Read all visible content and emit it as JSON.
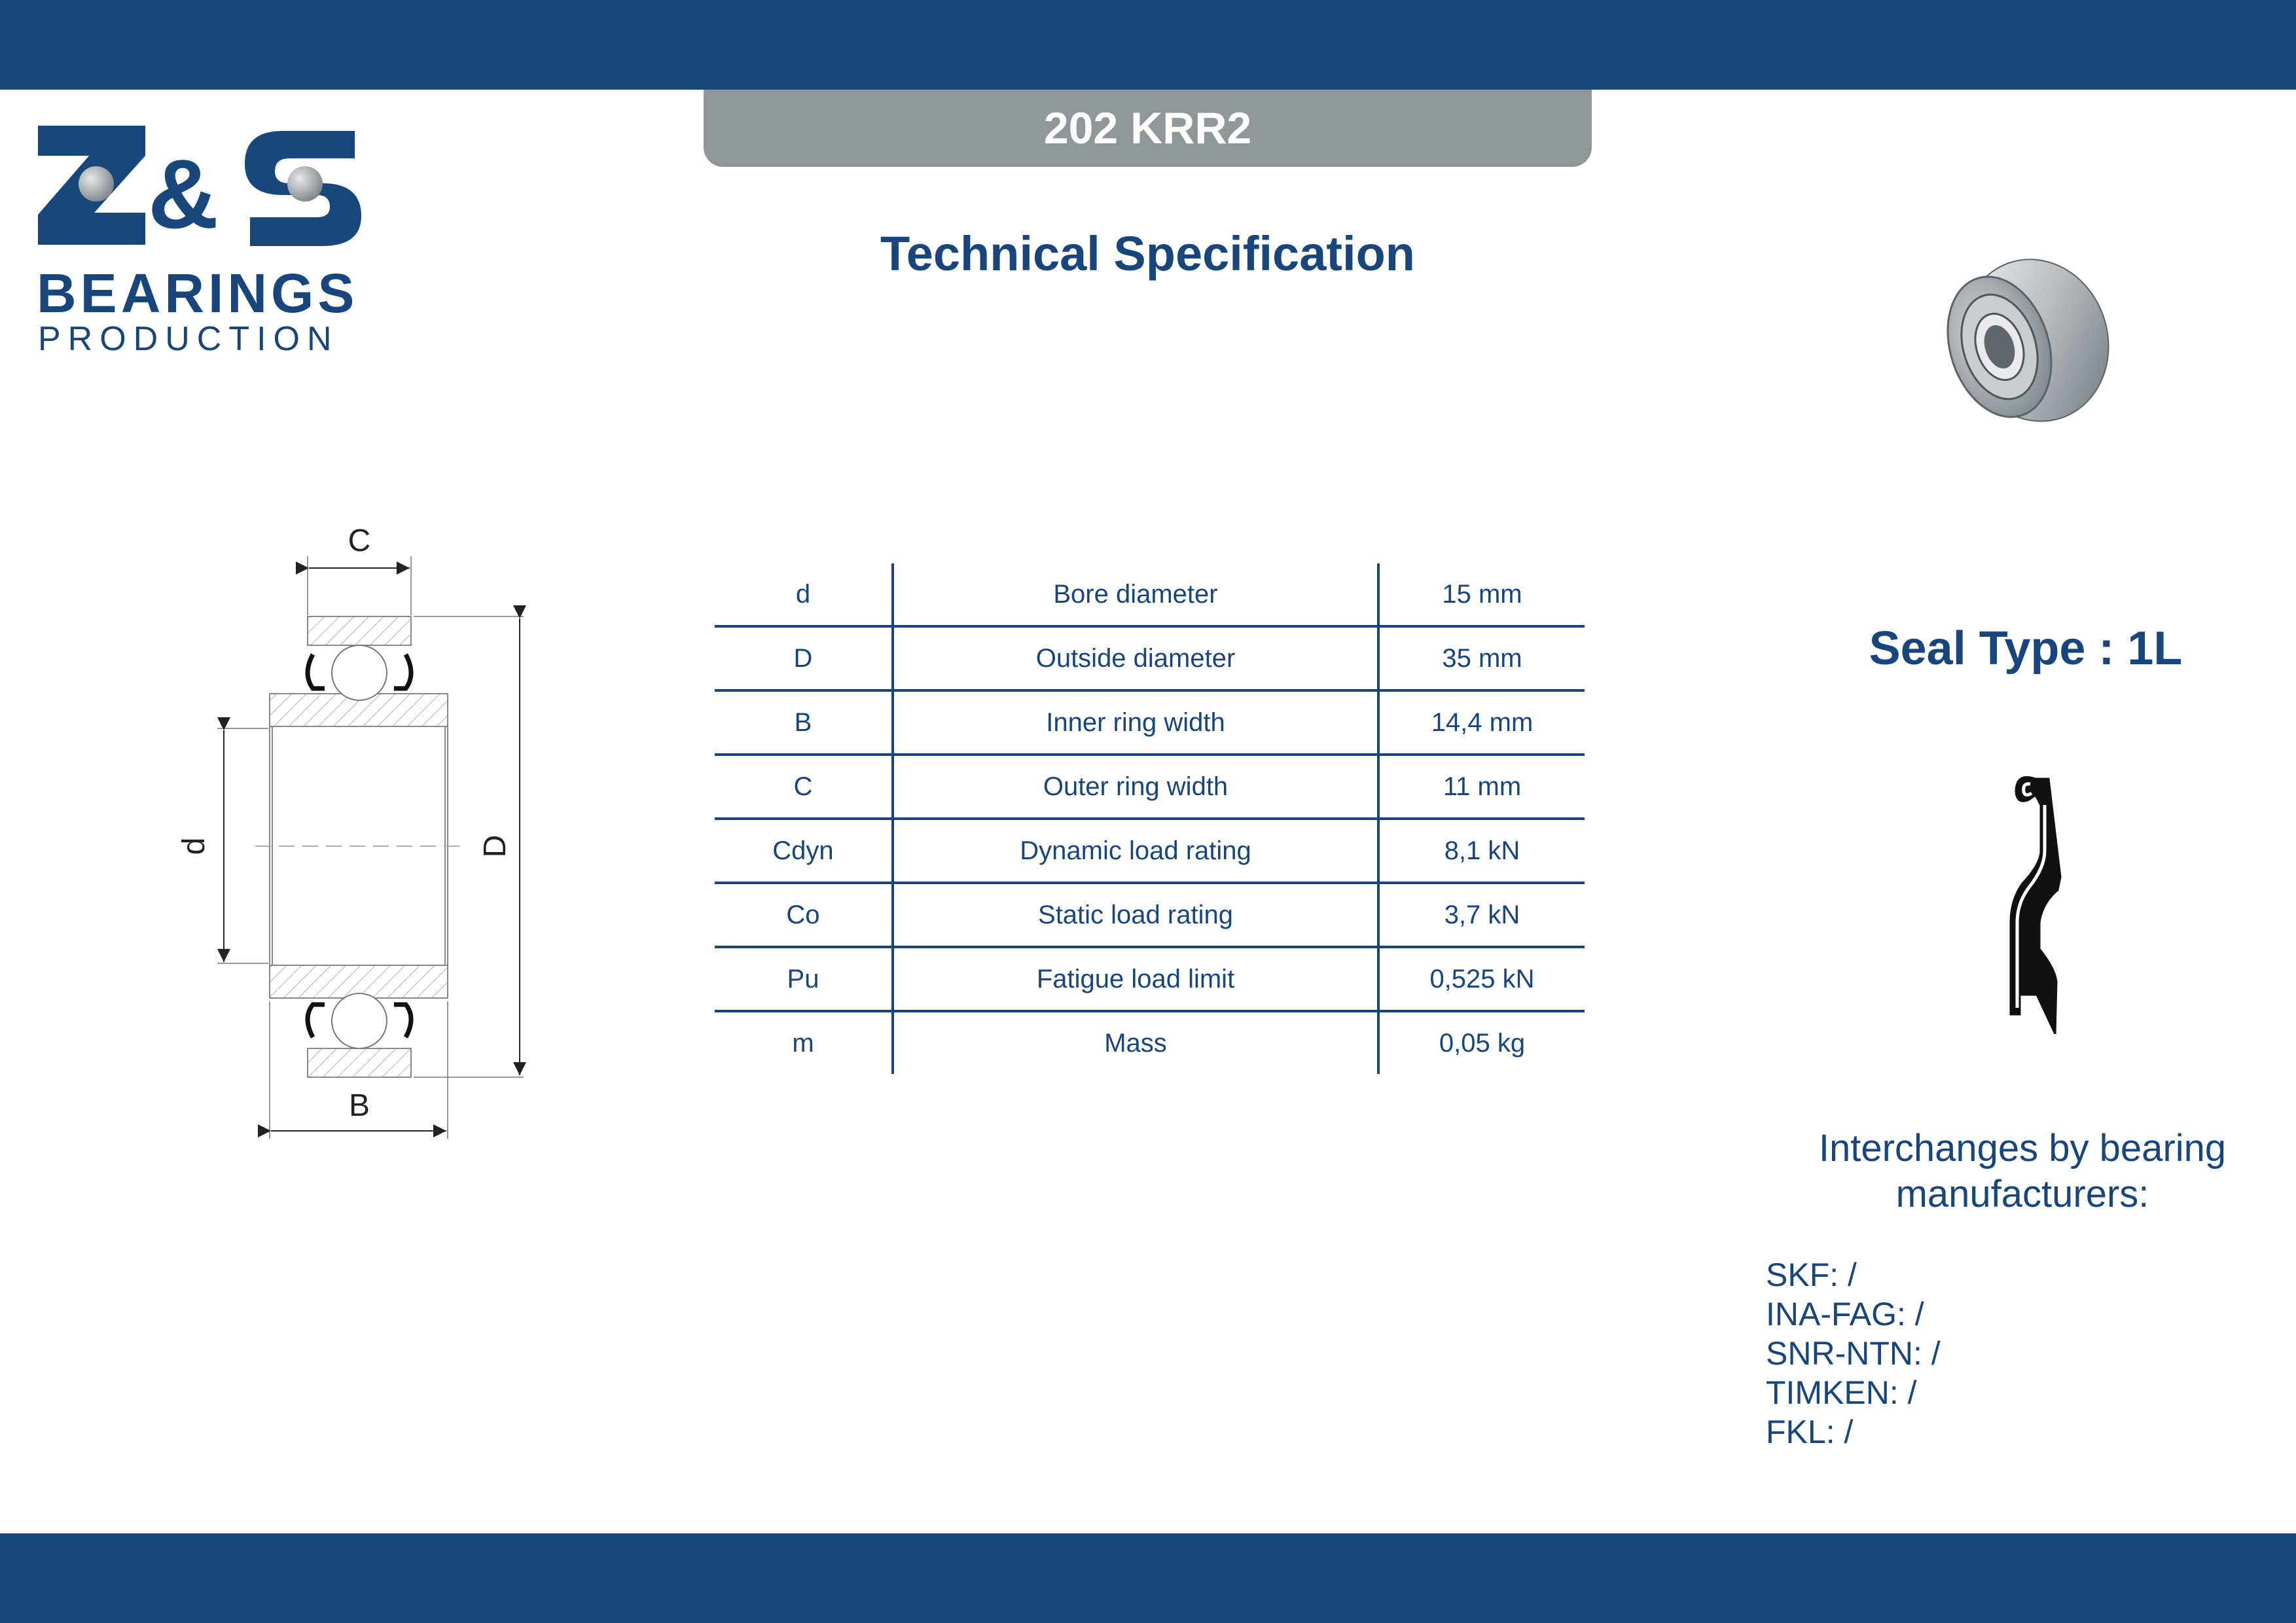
{
  "brand": {
    "logo_letters": "Z&S",
    "logo_line1": "BEARINGS",
    "logo_line2": "PRODUCTION",
    "primary_color": "#17477c",
    "tab_color": "#8f979b"
  },
  "header": {
    "model": "202 KRR2",
    "title": "Technical Specification"
  },
  "drawing": {
    "label_C": "C",
    "label_B": "B",
    "label_d": "d",
    "label_D": "D"
  },
  "specs": {
    "rows": [
      {
        "symbol": "d",
        "description": "Bore diameter",
        "value": "15 mm"
      },
      {
        "symbol": "D",
        "description": "Outside diameter",
        "value": "35 mm"
      },
      {
        "symbol": "B",
        "description": "Inner ring width",
        "value": "14,4 mm"
      },
      {
        "symbol": "C",
        "description": "Outer ring width",
        "value": "11 mm"
      },
      {
        "symbol": "Cdyn",
        "description": "Dynamic load rating",
        "value": "8,1 kN"
      },
      {
        "symbol": "Co",
        "description": "Static load rating",
        "value": "3,7 kN"
      },
      {
        "symbol": "Pu",
        "description": "Fatigue load limit",
        "value": "0,525 kN"
      },
      {
        "symbol": "m",
        "description": "Mass",
        "value": "0,05 kg"
      }
    ]
  },
  "seal": {
    "title": "Seal Type : 1L"
  },
  "interchange": {
    "title_line1": "Interchanges by bearing",
    "title_line2": "manufacturers:",
    "items": [
      "SKF: /",
      "INA-FAG: /",
      "SNR-NTN: /",
      "TIMKEN: /",
      "FKL: /"
    ]
  }
}
